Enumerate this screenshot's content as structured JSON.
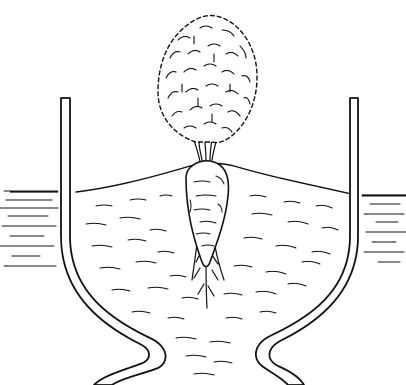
{
  "figure": {
    "kind": "line-drawing",
    "subject": [
      "carrot",
      "soil",
      "trench-walls",
      "foliage"
    ],
    "colors": {
      "ink": "#111111",
      "paper": "#ffffff",
      "fill": "#ffffff"
    }
  }
}
